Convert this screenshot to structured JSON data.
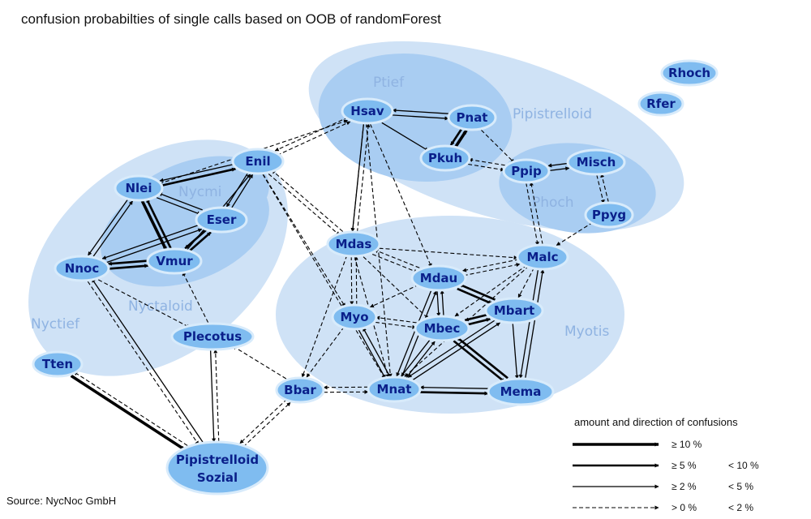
{
  "title": "confusion probabilties of single calls based on OOB of randomForest",
  "source": "Source: NycNoc GmbH",
  "colors": {
    "node": "#7fbcf0",
    "group": "#cfe2f6",
    "group_inner": "#a9cdf2",
    "group_label": "#8fb3e2",
    "node_label": "#0a1f8a",
    "edge": "#000000"
  },
  "groups": [
    {
      "id": "g-ptief",
      "label": "Ptief"
    },
    {
      "id": "g-pipistrelloid",
      "label": "Pipistrelloid"
    },
    {
      "id": "g-phoch",
      "label": "Phoch"
    },
    {
      "id": "g-nyctief",
      "label": "Nyctief"
    },
    {
      "id": "g-nyctaloid",
      "label": "Nyctaloid"
    },
    {
      "id": "g-nycmi",
      "label": "Nycmi"
    },
    {
      "id": "g-myotis",
      "label": "Myotis"
    }
  ],
  "nodes": [
    {
      "id": "rhoch",
      "label": "Rhoch"
    },
    {
      "id": "rfer",
      "label": "Rfer"
    },
    {
      "id": "hsav",
      "label": "Hsav"
    },
    {
      "id": "pnat",
      "label": "Pnat"
    },
    {
      "id": "pkuh",
      "label": "Pkuh"
    },
    {
      "id": "ppip",
      "label": "Ppip"
    },
    {
      "id": "misch",
      "label": "Misch"
    },
    {
      "id": "ppyg",
      "label": "Ppyg"
    },
    {
      "id": "enil",
      "label": "Enil"
    },
    {
      "id": "nlei",
      "label": "Nlei"
    },
    {
      "id": "eser",
      "label": "Eser"
    },
    {
      "id": "vmur",
      "label": "Vmur"
    },
    {
      "id": "nnoc",
      "label": "Nnoc"
    },
    {
      "id": "plecotus",
      "label": "Plecotus"
    },
    {
      "id": "tten",
      "label": "Tten"
    },
    {
      "id": "pipsoz",
      "label": "Pipistrelloid Sozial"
    },
    {
      "id": "mdas",
      "label": "Mdas"
    },
    {
      "id": "malc",
      "label": "Malc"
    },
    {
      "id": "mdau",
      "label": "Mdau"
    },
    {
      "id": "mbart",
      "label": "Mbart"
    },
    {
      "id": "myo",
      "label": "Myo"
    },
    {
      "id": "mbec",
      "label": "Mbec"
    },
    {
      "id": "bbar",
      "label": "Bbar"
    },
    {
      "id": "mnat",
      "label": "Mnat"
    },
    {
      "id": "mema",
      "label": "Mema"
    }
  ],
  "edges": [
    {
      "from": "hsav",
      "to": "pnat",
      "level": "2"
    },
    {
      "from": "pnat",
      "to": "hsav",
      "level": "2"
    },
    {
      "from": "hsav",
      "to": "pkuh",
      "level": "2"
    },
    {
      "from": "pkuh",
      "to": "pnat",
      "level": "10"
    },
    {
      "from": "pnat",
      "to": "pkuh",
      "level": "5"
    },
    {
      "from": "pnat",
      "to": "ppip",
      "level": "0"
    },
    {
      "from": "ppip",
      "to": "pkuh",
      "level": "0"
    },
    {
      "from": "pkuh",
      "to": "ppip",
      "level": "0"
    },
    {
      "from": "ppip",
      "to": "misch",
      "level": "2"
    },
    {
      "from": "misch",
      "to": "ppip",
      "level": "2"
    },
    {
      "from": "misch",
      "to": "ppyg",
      "level": "0"
    },
    {
      "from": "ppyg",
      "to": "misch",
      "level": "0"
    },
    {
      "from": "ppip",
      "to": "malc",
      "level": "0"
    },
    {
      "from": "malc",
      "to": "ppip",
      "level": "0"
    },
    {
      "from": "ppyg",
      "to": "malc",
      "level": "0"
    },
    {
      "from": "enil",
      "to": "hsav",
      "level": "0"
    },
    {
      "from": "hsav",
      "to": "enil",
      "level": "0"
    },
    {
      "from": "nlei",
      "to": "hsav",
      "level": "0"
    },
    {
      "from": "nlei",
      "to": "enil",
      "level": "5"
    },
    {
      "from": "enil",
      "to": "nlei",
      "level": "2"
    },
    {
      "from": "eser",
      "to": "enil",
      "level": "2"
    },
    {
      "from": "enil",
      "to": "eser",
      "level": "2"
    },
    {
      "from": "nlei",
      "to": "eser",
      "level": "2"
    },
    {
      "from": "eser",
      "to": "nlei",
      "level": "2"
    },
    {
      "from": "nlei",
      "to": "vmur",
      "level": "10"
    },
    {
      "from": "vmur",
      "to": "nlei",
      "level": "5"
    },
    {
      "from": "eser",
      "to": "vmur",
      "level": "5"
    },
    {
      "from": "vmur",
      "to": "eser",
      "level": "5"
    },
    {
      "from": "vmur",
      "to": "enil",
      "level": "2"
    },
    {
      "from": "nlei",
      "to": "nnoc",
      "level": "2"
    },
    {
      "from": "nnoc",
      "to": "nlei",
      "level": "2"
    },
    {
      "from": "nnoc",
      "to": "vmur",
      "level": "5"
    },
    {
      "from": "vmur",
      "to": "nnoc",
      "level": "5"
    },
    {
      "from": "nnoc",
      "to": "eser",
      "level": "2"
    },
    {
      "from": "eser",
      "to": "nnoc",
      "level": "2"
    },
    {
      "from": "nnoc",
      "to": "plecotus",
      "level": "0"
    },
    {
      "from": "plecotus",
      "to": "vmur",
      "level": "0"
    },
    {
      "from": "nnoc",
      "to": "pipsoz",
      "level": "0"
    },
    {
      "from": "pipsoz",
      "to": "nnoc",
      "level": "2"
    },
    {
      "from": "tten",
      "to": "pipsoz",
      "level": "10"
    },
    {
      "from": "pipsoz",
      "to": "tten",
      "level": "0"
    },
    {
      "from": "plecotus",
      "to": "pipsoz",
      "level": "2"
    },
    {
      "from": "pipsoz",
      "to": "plecotus",
      "level": "0"
    },
    {
      "from": "pipsoz",
      "to": "bbar",
      "level": "0"
    },
    {
      "from": "bbar",
      "to": "pipsoz",
      "level": "0"
    },
    {
      "from": "bbar",
      "to": "plecotus",
      "level": "0"
    },
    {
      "from": "enil",
      "to": "mdas",
      "level": "0"
    },
    {
      "from": "mdas",
      "to": "enil",
      "level": "0"
    },
    {
      "from": "enil",
      "to": "myo",
      "level": "0"
    },
    {
      "from": "enil",
      "to": "mnat",
      "level": "0"
    },
    {
      "from": "hsav",
      "to": "mdas",
      "level": "2"
    },
    {
      "from": "mdas",
      "to": "hsav",
      "level": "0"
    },
    {
      "from": "hsav",
      "to": "mnat",
      "level": "0"
    },
    {
      "from": "hsav",
      "to": "mdau",
      "level": "0"
    },
    {
      "from": "hsav",
      "to": "mdas",
      "level": "0"
    },
    {
      "from": "mdas",
      "to": "myo",
      "level": "0"
    },
    {
      "from": "myo",
      "to": "mdas",
      "level": "0"
    },
    {
      "from": "mdas",
      "to": "bbar",
      "level": "0"
    },
    {
      "from": "mdas",
      "to": "mbec",
      "level": "0"
    },
    {
      "from": "mdas",
      "to": "mnat",
      "level": "0"
    },
    {
      "from": "mdas",
      "to": "mdau",
      "level": "0"
    },
    {
      "from": "mdau",
      "to": "mdas",
      "level": "0"
    },
    {
      "from": "mdas",
      "to": "malc",
      "level": "0"
    },
    {
      "from": "malc",
      "to": "mdau",
      "level": "0"
    },
    {
      "from": "mdau",
      "to": "malc",
      "level": "0"
    },
    {
      "from": "malc",
      "to": "mbart",
      "level": "0"
    },
    {
      "from": "malc",
      "to": "mbec",
      "level": "0"
    },
    {
      "from": "malc",
      "to": "mema",
      "level": "2"
    },
    {
      "from": "mema",
      "to": "malc",
      "level": "2"
    },
    {
      "from": "malc",
      "to": "mnat",
      "level": "0"
    },
    {
      "from": "mdau",
      "to": "mbart",
      "level": "5"
    },
    {
      "from": "mbart",
      "to": "mdau",
      "level": "5"
    },
    {
      "from": "mdau",
      "to": "mbec",
      "level": "2"
    },
    {
      "from": "mbec",
      "to": "mdau",
      "level": "2"
    },
    {
      "from": "mdau",
      "to": "mnat",
      "level": "2"
    },
    {
      "from": "mnat",
      "to": "mdau",
      "level": "2"
    },
    {
      "from": "mdau",
      "to": "myo",
      "level": "0"
    },
    {
      "from": "mbart",
      "to": "mbec",
      "level": "5"
    },
    {
      "from": "mbec",
      "to": "mbart",
      "level": "5"
    },
    {
      "from": "mbart",
      "to": "mema",
      "level": "2"
    },
    {
      "from": "mbart",
      "to": "mnat",
      "level": "2"
    },
    {
      "from": "mnat",
      "to": "mbart",
      "level": "2"
    },
    {
      "from": "myo",
      "to": "mbec",
      "level": "0"
    },
    {
      "from": "mbec",
      "to": "myo",
      "level": "0"
    },
    {
      "from": "myo",
      "to": "mnat",
      "level": "2"
    },
    {
      "from": "mnat",
      "to": "myo",
      "level": "2"
    },
    {
      "from": "myo",
      "to": "bbar",
      "level": "0"
    },
    {
      "from": "mbec",
      "to": "mema",
      "level": "5"
    },
    {
      "from": "mema",
      "to": "mbec",
      "level": "5"
    },
    {
      "from": "mbec",
      "to": "mnat",
      "level": "2"
    },
    {
      "from": "mnat",
      "to": "mbec",
      "level": "2"
    },
    {
      "from": "mnat",
      "to": "mema",
      "level": "5"
    },
    {
      "from": "mema",
      "to": "mnat",
      "level": "2"
    },
    {
      "from": "mnat",
      "to": "bbar",
      "level": "0"
    },
    {
      "from": "bbar",
      "to": "mnat",
      "level": "0"
    }
  ],
  "legend": {
    "title": "amount and direction of confusions",
    "rows": [
      {
        "level": "10",
        "label": "≥ 10 %",
        "upper": ""
      },
      {
        "level": "5",
        "label": "≥ 5 %",
        "upper": "< 10 %"
      },
      {
        "level": "2",
        "label": "≥ 2 %",
        "upper": "< 5 %"
      },
      {
        "level": "0",
        "label": "> 0 %",
        "upper": "< 2 %"
      }
    ]
  }
}
